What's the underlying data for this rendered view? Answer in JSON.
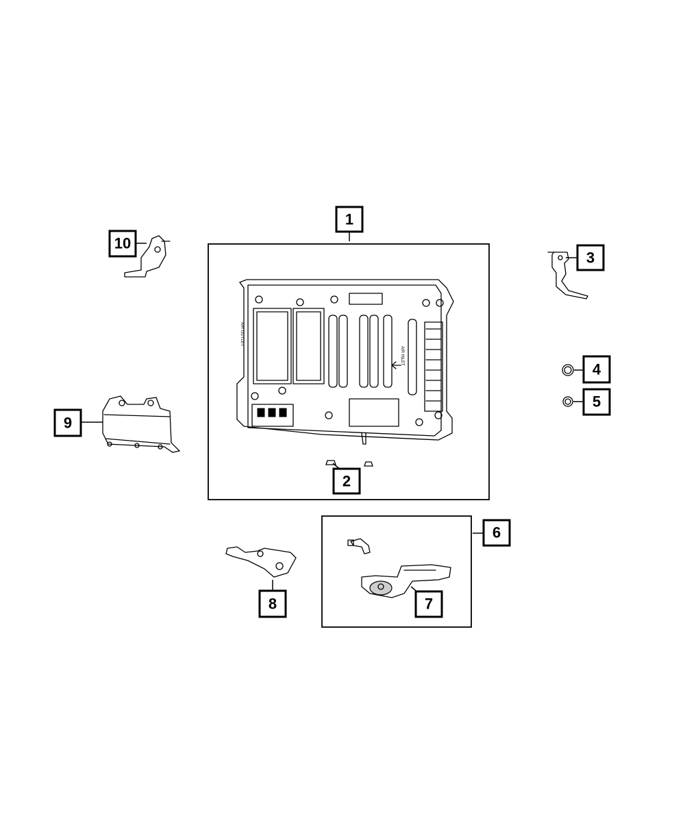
{
  "callouts": {
    "c1": "1",
    "c2": "2",
    "c3": "3",
    "c4": "4",
    "c5": "5",
    "c6": "6",
    "c7": "7",
    "c8": "8",
    "c9": "9",
    "c10": "10"
  },
  "stencils": {
    "air_outlet": "AIR OUTLET",
    "air_inlet": "AIR INLET"
  }
}
